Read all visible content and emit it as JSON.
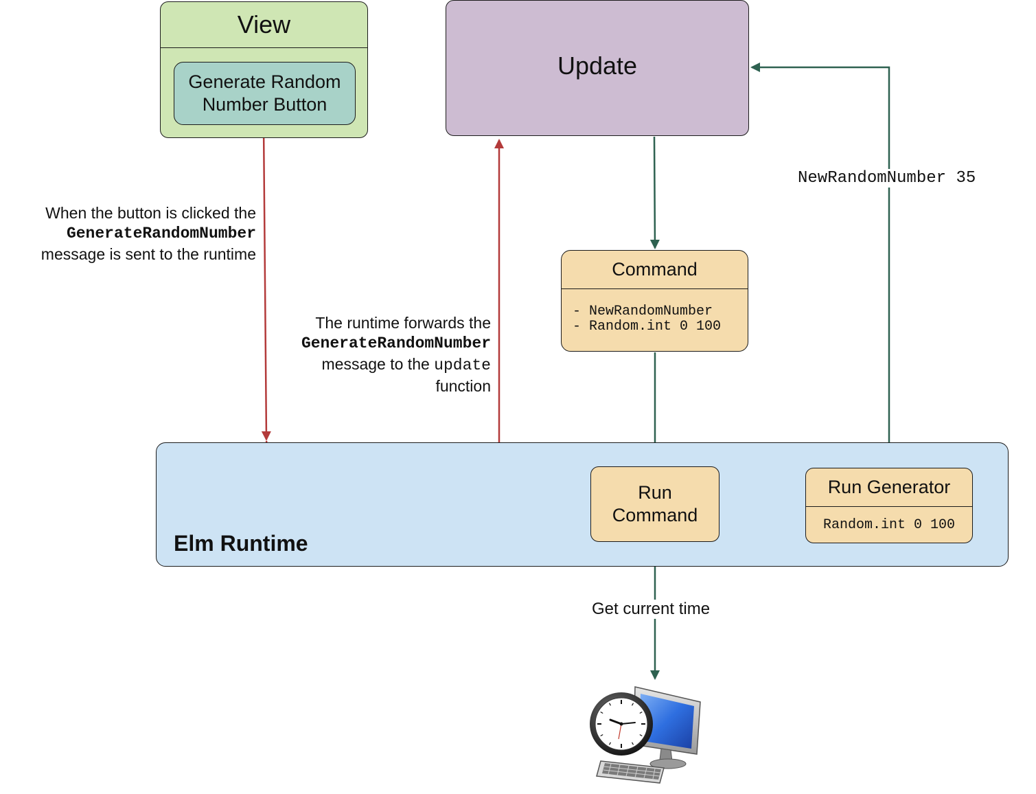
{
  "view": {
    "title": "View",
    "button_label": "Generate Random\nNumber Button"
  },
  "update": {
    "title": "Update"
  },
  "command": {
    "title": "Command",
    "items": [
      "- NewRandomNumber",
      "- Random.int 0 100"
    ]
  },
  "runtime": {
    "label": "Elm Runtime",
    "run_command": "Run\nCommand",
    "run_generator_title": "Run Generator",
    "run_generator_body": "Random.int 0 100"
  },
  "notes": {
    "clicked_line1": "When the button is clicked the",
    "clicked_code": "GenerateRandomNumber",
    "clicked_line3": "message is sent to the runtime",
    "forwards_line1": "The runtime forwards the",
    "forwards_code": "GenerateRandomNumber",
    "forwards_line3_prefix": "message to the ",
    "forwards_line3_code": "update",
    "forwards_line4": "function"
  },
  "edge_labels": {
    "new_random_number": "NewRandomNumber 35",
    "get_current_time": "Get current time"
  },
  "colors": {
    "view_bg": "#cfe6b4",
    "button_bg": "#a8d2c8",
    "update_bg": "#cdbcd2",
    "command_bg": "#f5dcad",
    "runtime_bg": "#cde3f4",
    "red_arrow": "#b33a3a",
    "green_arrow": "#2e6150"
  },
  "icons": {
    "computer": "clock-computer-icon"
  }
}
